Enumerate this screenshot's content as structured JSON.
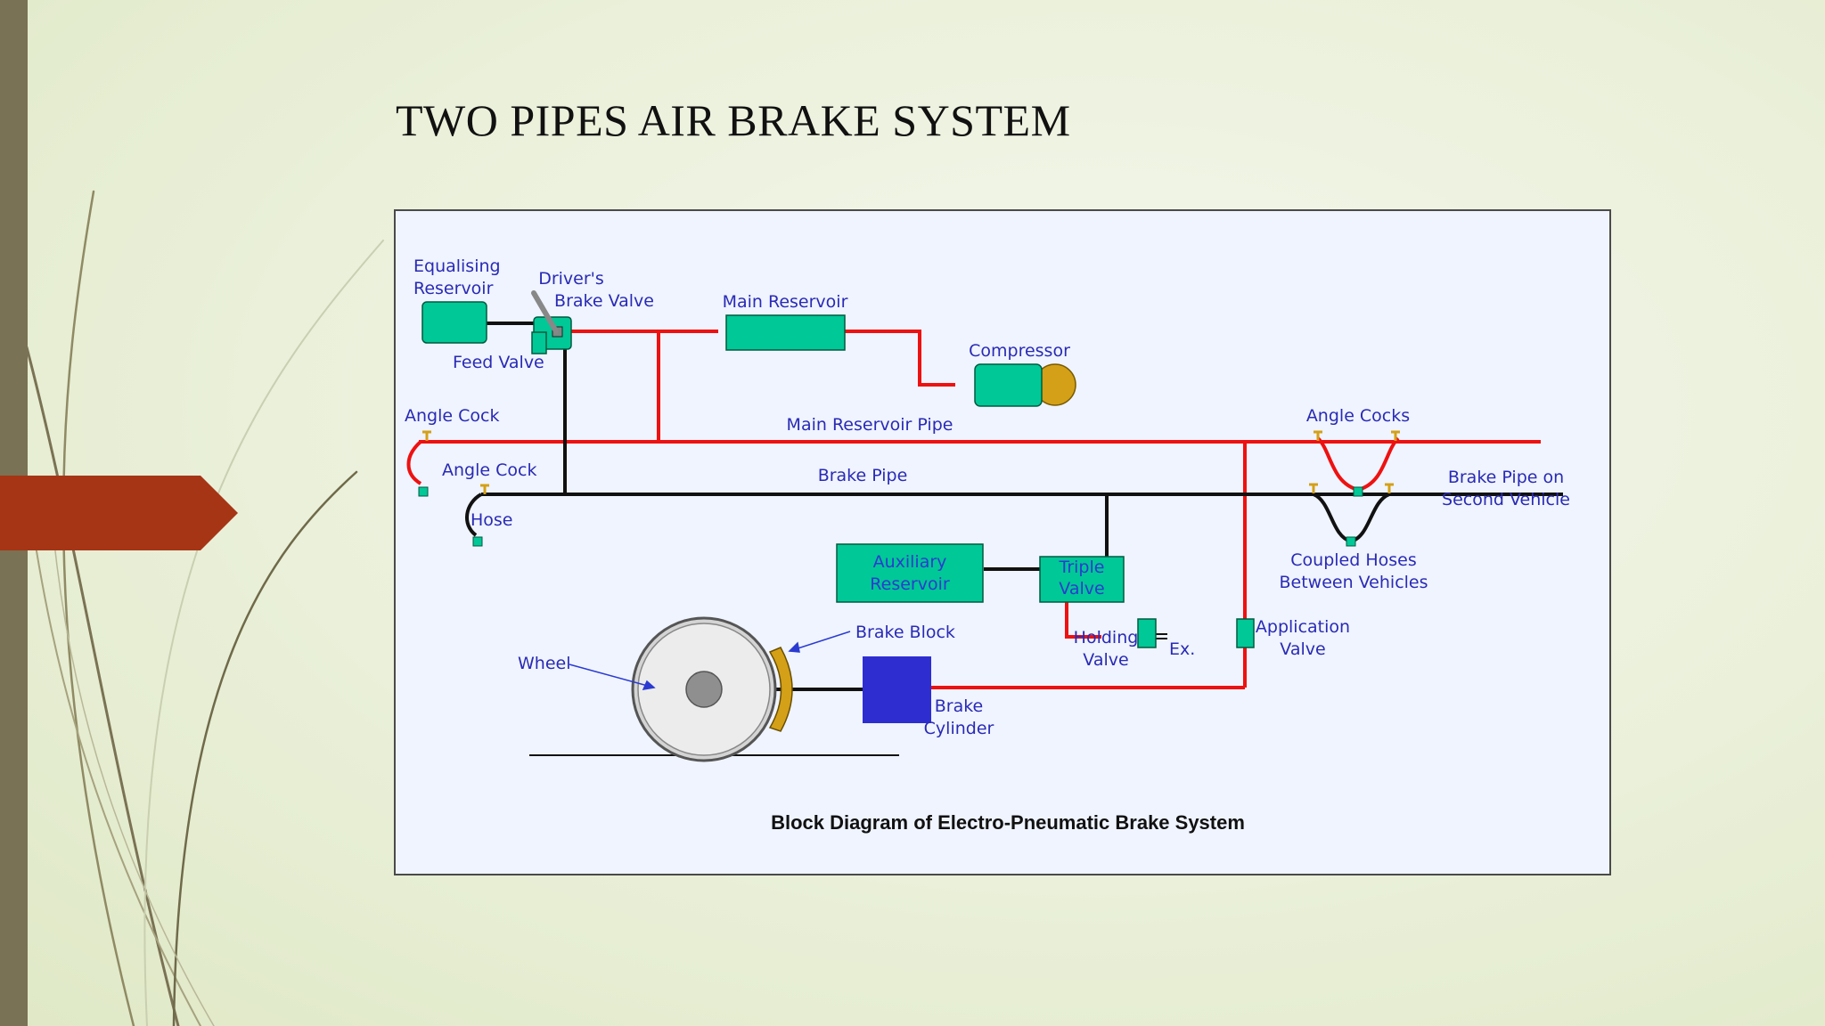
{
  "slide": {
    "title": "TWO PIPES AIR BRAKE SYSTEM"
  },
  "diagram": {
    "caption": "Block Diagram of Electro-Pneumatic Brake System",
    "labels": {
      "equalising_reservoir": [
        "Equalising",
        "Reservoir"
      ],
      "drivers_brake_valve": [
        "Driver's",
        "Brake Valve"
      ],
      "main_reservoir": "Main Reservoir",
      "compressor": "Compressor",
      "feed_valve": "Feed Valve",
      "angle_cock_top": "Angle Cock",
      "angle_cock_bottom": "Angle Cock",
      "main_reservoir_pipe": "Main Reservoir Pipe",
      "angle_cocks": "Angle Cocks",
      "brake_pipe": "Brake Pipe",
      "brake_pipe_second": [
        "Brake Pipe on",
        "Second Vehicle"
      ],
      "hose": "Hose",
      "auxiliary_reservoir": [
        "Auxiliary",
        "Reservoir"
      ],
      "triple_valve": [
        "Triple",
        "Valve"
      ],
      "coupled_hoses": [
        "Coupled Hoses",
        "Between Vehicles"
      ],
      "brake_block": "Brake Block",
      "wheel": "Wheel",
      "holding_valve": [
        "Holding",
        "Valve"
      ],
      "exhaust": "Ex.",
      "application_valve": [
        "Application",
        "Valve"
      ],
      "brake_cylinder": [
        "Brake",
        "Cylinder"
      ]
    },
    "colors": {
      "main_reservoir_pipe": "#ee1111",
      "brake_pipe": "#111111",
      "component": "#00c896",
      "brake_cylinder": "#2e2ed0",
      "brake_block": "#d4a017",
      "cock": "#d4a017"
    }
  }
}
